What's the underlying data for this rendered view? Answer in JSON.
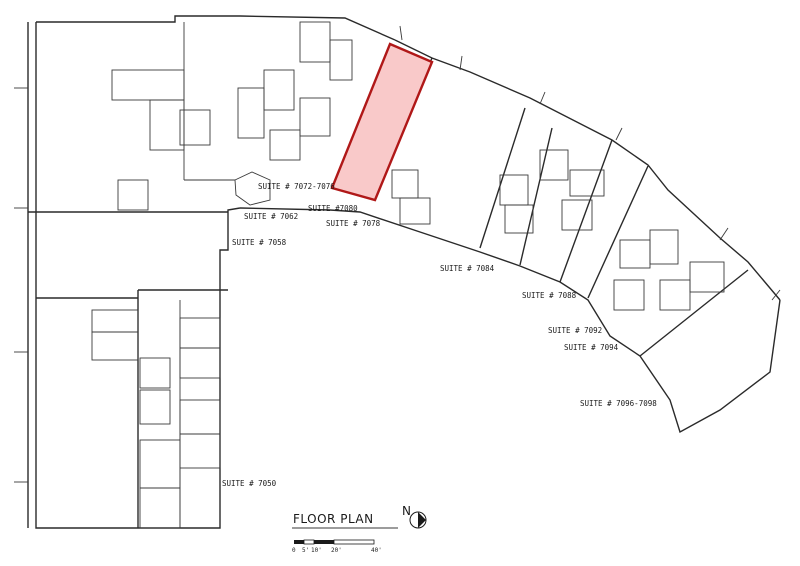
{
  "title": "FLOOR PLAN",
  "north_label": "N",
  "highlight": {
    "fill": "#f9c9c9",
    "stroke": "#b01818",
    "suite": "SUITE #7080"
  },
  "suites": [
    {
      "id": "7050",
      "label": "SUITE # 7050"
    },
    {
      "id": "7058",
      "label": "SUITE # 7058"
    },
    {
      "id": "7062",
      "label": "SUITE # 7062"
    },
    {
      "id": "7072",
      "label": "SUITE # 7072-7076"
    },
    {
      "id": "7078",
      "label": "SUITE # 7078"
    },
    {
      "id": "7080",
      "label": "SUITE #7080"
    },
    {
      "id": "7084",
      "label": "SUITE # 7084"
    },
    {
      "id": "7088",
      "label": "SUITE # 7088"
    },
    {
      "id": "7092",
      "label": "SUITE # 7092"
    },
    {
      "id": "7094",
      "label": "SUITE # 7094"
    },
    {
      "id": "7096",
      "label": "SUITE # 7096-7098"
    }
  ],
  "scale": {
    "ticks": [
      "0",
      "5'",
      "10'",
      "20'",
      "40'"
    ]
  }
}
